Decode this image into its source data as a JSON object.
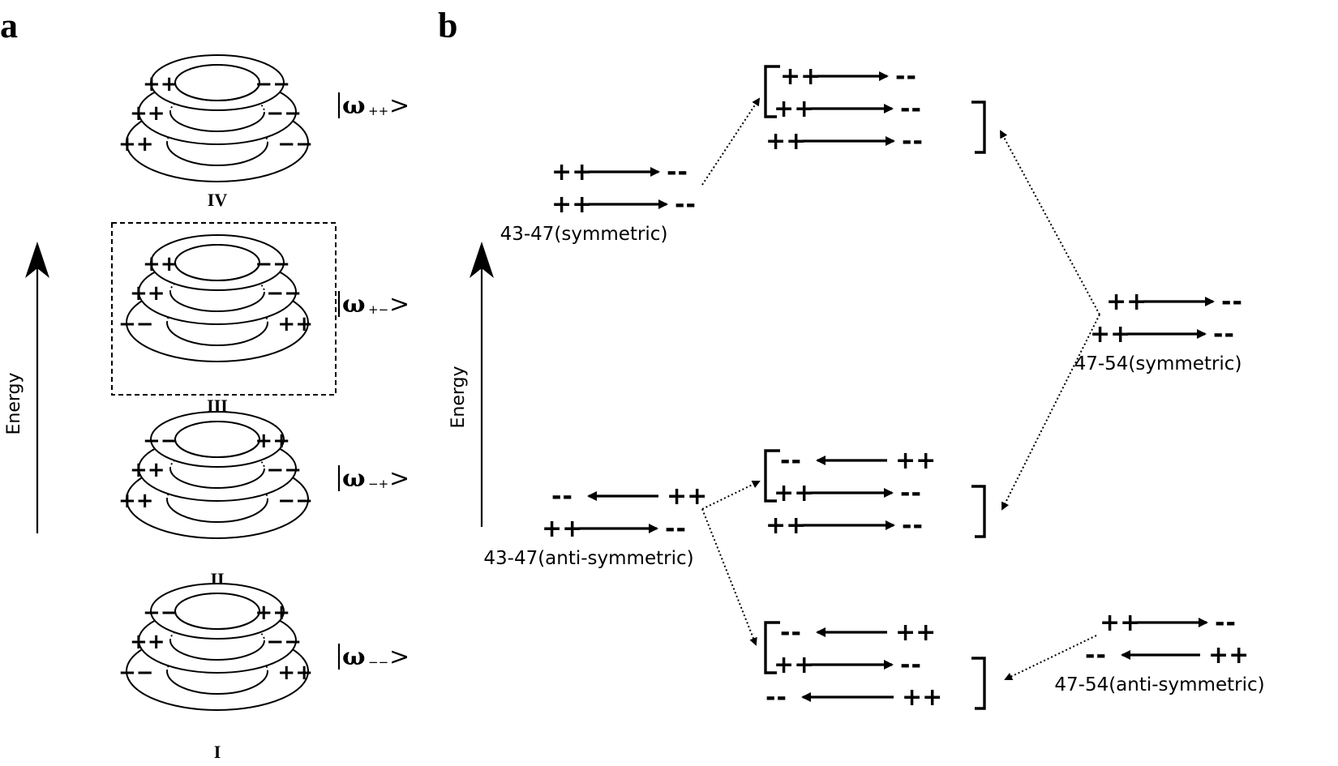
{
  "panel_a": {
    "letter": "a",
    "energy_label": "Energy",
    "stacks": [
      {
        "roman": "IV",
        "ket_sub": "++",
        "signs": [
          "++",
          "--",
          "++",
          "--",
          "++",
          "--"
        ],
        "highlighted": false
      },
      {
        "roman": "III",
        "ket_sub": "+−",
        "signs": [
          "++",
          "--",
          "++",
          "--",
          "--",
          "++"
        ],
        "highlighted": true
      },
      {
        "roman": "II",
        "ket_sub": "−+",
        "signs": [
          "--",
          "++",
          "++",
          "--",
          "++",
          "--"
        ],
        "highlighted": false
      },
      {
        "roman": "I",
        "ket_sub": "−−",
        "signs": [
          "--",
          "++",
          "++",
          "--",
          "--",
          "++"
        ],
        "highlighted": false
      }
    ],
    "ket_omega": "ω",
    "ket_close": ">"
  },
  "panel_b": {
    "letter": "b",
    "energy_label": "Energy",
    "pairs": [
      {
        "label": "43-47(symmetric)",
        "rows": [
          [
            "++",
            "right",
            "--"
          ],
          [
            "++",
            "right",
            "--"
          ]
        ]
      },
      {
        "label": "43-47(anti-symmetric)",
        "rows": [
          [
            "--",
            "left",
            "++"
          ],
          [
            "++",
            "right",
            "--"
          ]
        ]
      },
      {
        "label": "47-54(symmetric)",
        "rows": [
          [
            "++",
            "right",
            "--"
          ],
          [
            "++",
            "right",
            "--"
          ]
        ]
      },
      {
        "label": "47-54(anti-symmetric)",
        "rows": [
          [
            "++",
            "right",
            "--"
          ],
          [
            "--",
            "left",
            "++"
          ]
        ]
      }
    ],
    "combined": [
      {
        "rows": [
          [
            "++",
            "right",
            "--"
          ],
          [
            "++",
            "right",
            "--"
          ],
          [
            "++",
            "right",
            "--"
          ]
        ]
      },
      {
        "rows": [
          [
            "--",
            "left",
            "++"
          ],
          [
            "++",
            "right",
            "--"
          ],
          [
            "++",
            "right",
            "--"
          ]
        ]
      },
      {
        "rows": [
          [
            "--",
            "left",
            "++"
          ],
          [
            "++",
            "right",
            "--"
          ],
          [
            "--",
            "left",
            "++"
          ]
        ]
      }
    ]
  }
}
